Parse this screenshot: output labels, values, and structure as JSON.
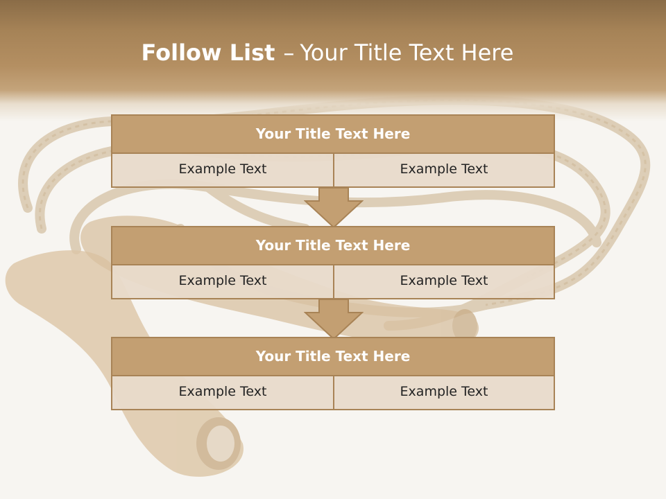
{
  "slide": {
    "title_bold": "Follow List",
    "title_dash": "–",
    "title_rest": "Your Title Text Here"
  },
  "blocks": [
    {
      "title": "Your Title Text Here",
      "left": "Example Text",
      "right": "Example Text"
    },
    {
      "title": "Your Title Text Here",
      "left": "Example Text",
      "right": "Example Text"
    },
    {
      "title": "Your Title Text Here",
      "left": "Example Text",
      "right": "Example Text"
    }
  ],
  "colors": {
    "header": "#a68357",
    "box_title": "#c39f72",
    "box_border": "#a88356",
    "box_cell": "#e8daca",
    "arrow": "#c39f72"
  },
  "icons": {
    "background": "jump-rope-image",
    "arrow": "down-arrow-icon"
  }
}
